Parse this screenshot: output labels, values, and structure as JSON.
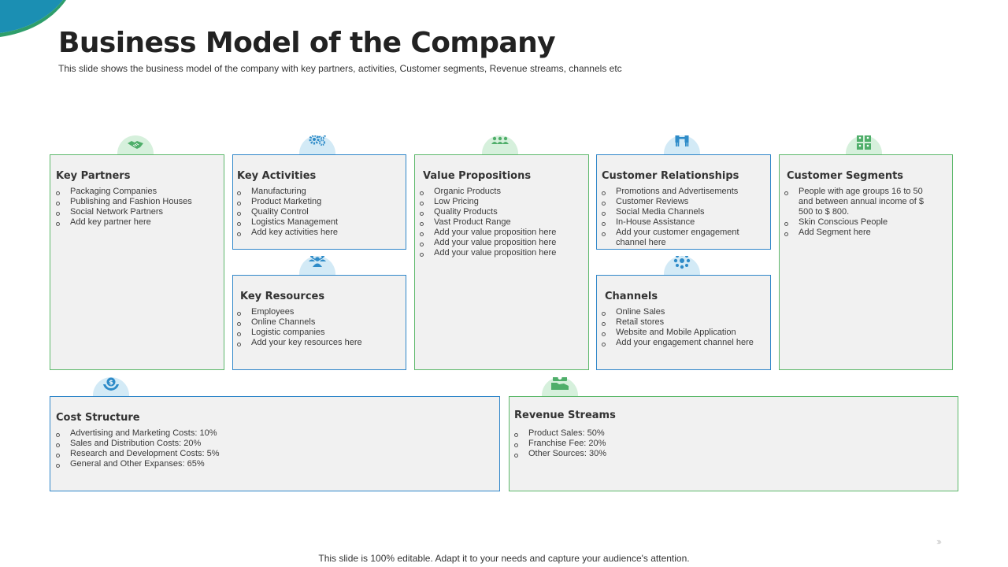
{
  "slide": {
    "title": "Business Model of the Company",
    "subtitle": "This slide shows the business model of the company with key partners, activities, Customer segments, Revenue streams, channels etc",
    "footer": "This slide is 100% editable. Adapt it to your needs and capture your audience's attention.",
    "nav_chevrons": "›››"
  },
  "colors": {
    "blue_border": "#2f86c9",
    "green_border": "#5db86b",
    "box_fill": "#f1f1f1",
    "icon_blue": "#2e8bc8",
    "icon_green": "#4fae6a"
  },
  "key_partners": {
    "title": "Key Partners",
    "icon": "handshake-icon",
    "items": [
      "Packaging Companies",
      "Publishing and Fashion Houses",
      "Social Network Partners",
      "Add key partner here"
    ]
  },
  "key_activities": {
    "title": "Key Activities",
    "icon": "gears-icon",
    "items": [
      "Manufacturing",
      "Product Marketing",
      "Quality Control",
      "Logistics Management",
      "Add key activities here"
    ]
  },
  "key_resources": {
    "title": "Key Resources",
    "icon": "people-network-icon",
    "items": [
      "Employees",
      "Online Channels",
      "Logistic companies",
      "Add your key resources here"
    ]
  },
  "value_propositions": {
    "title": "Value Propositions",
    "icon": "team-presentation-icon",
    "items": [
      "Organic Products",
      "Low Pricing",
      "Quality Products",
      "Vast Product Range",
      "Add your value proposition here",
      "Add your value proposition here",
      "Add your value proposition here"
    ]
  },
  "customer_relationships": {
    "title": "Customer Relationships",
    "icon": "customer-handshake-icon",
    "items": [
      "Promotions and Advertisements",
      "Customer Reviews",
      "Social Media Channels",
      "In-House Assistance",
      "Add your customer engagement channel here"
    ]
  },
  "channels": {
    "title": "Channels",
    "icon": "channel-network-icon",
    "items": [
      "Online Sales",
      "Retail stores",
      "Website and Mobile Application",
      "Add your engagement channel here"
    ]
  },
  "customer_segments": {
    "title": "Customer Segments",
    "icon": "segments-grid-icon",
    "items": [
      "People  with age groups 16 to 50 and between annual income of $ 500 to $ 800.",
      "Skin Conscious People",
      "Add Segment here"
    ]
  },
  "cost_structure": {
    "title": "Cost Structure",
    "icon": "hand-dollar-icon",
    "items": [
      "Advertising and Marketing Costs: 10%",
      "Sales and Distribution Costs: 20%",
      "Research and Development Costs: 5%",
      "General and Other Expanses: 65%"
    ]
  },
  "revenue_streams": {
    "title": "Revenue Streams",
    "icon": "money-hand-icon",
    "items": [
      "Product Sales: 50%",
      "Franchise Fee: 20%",
      "Other Sources: 30%"
    ]
  }
}
